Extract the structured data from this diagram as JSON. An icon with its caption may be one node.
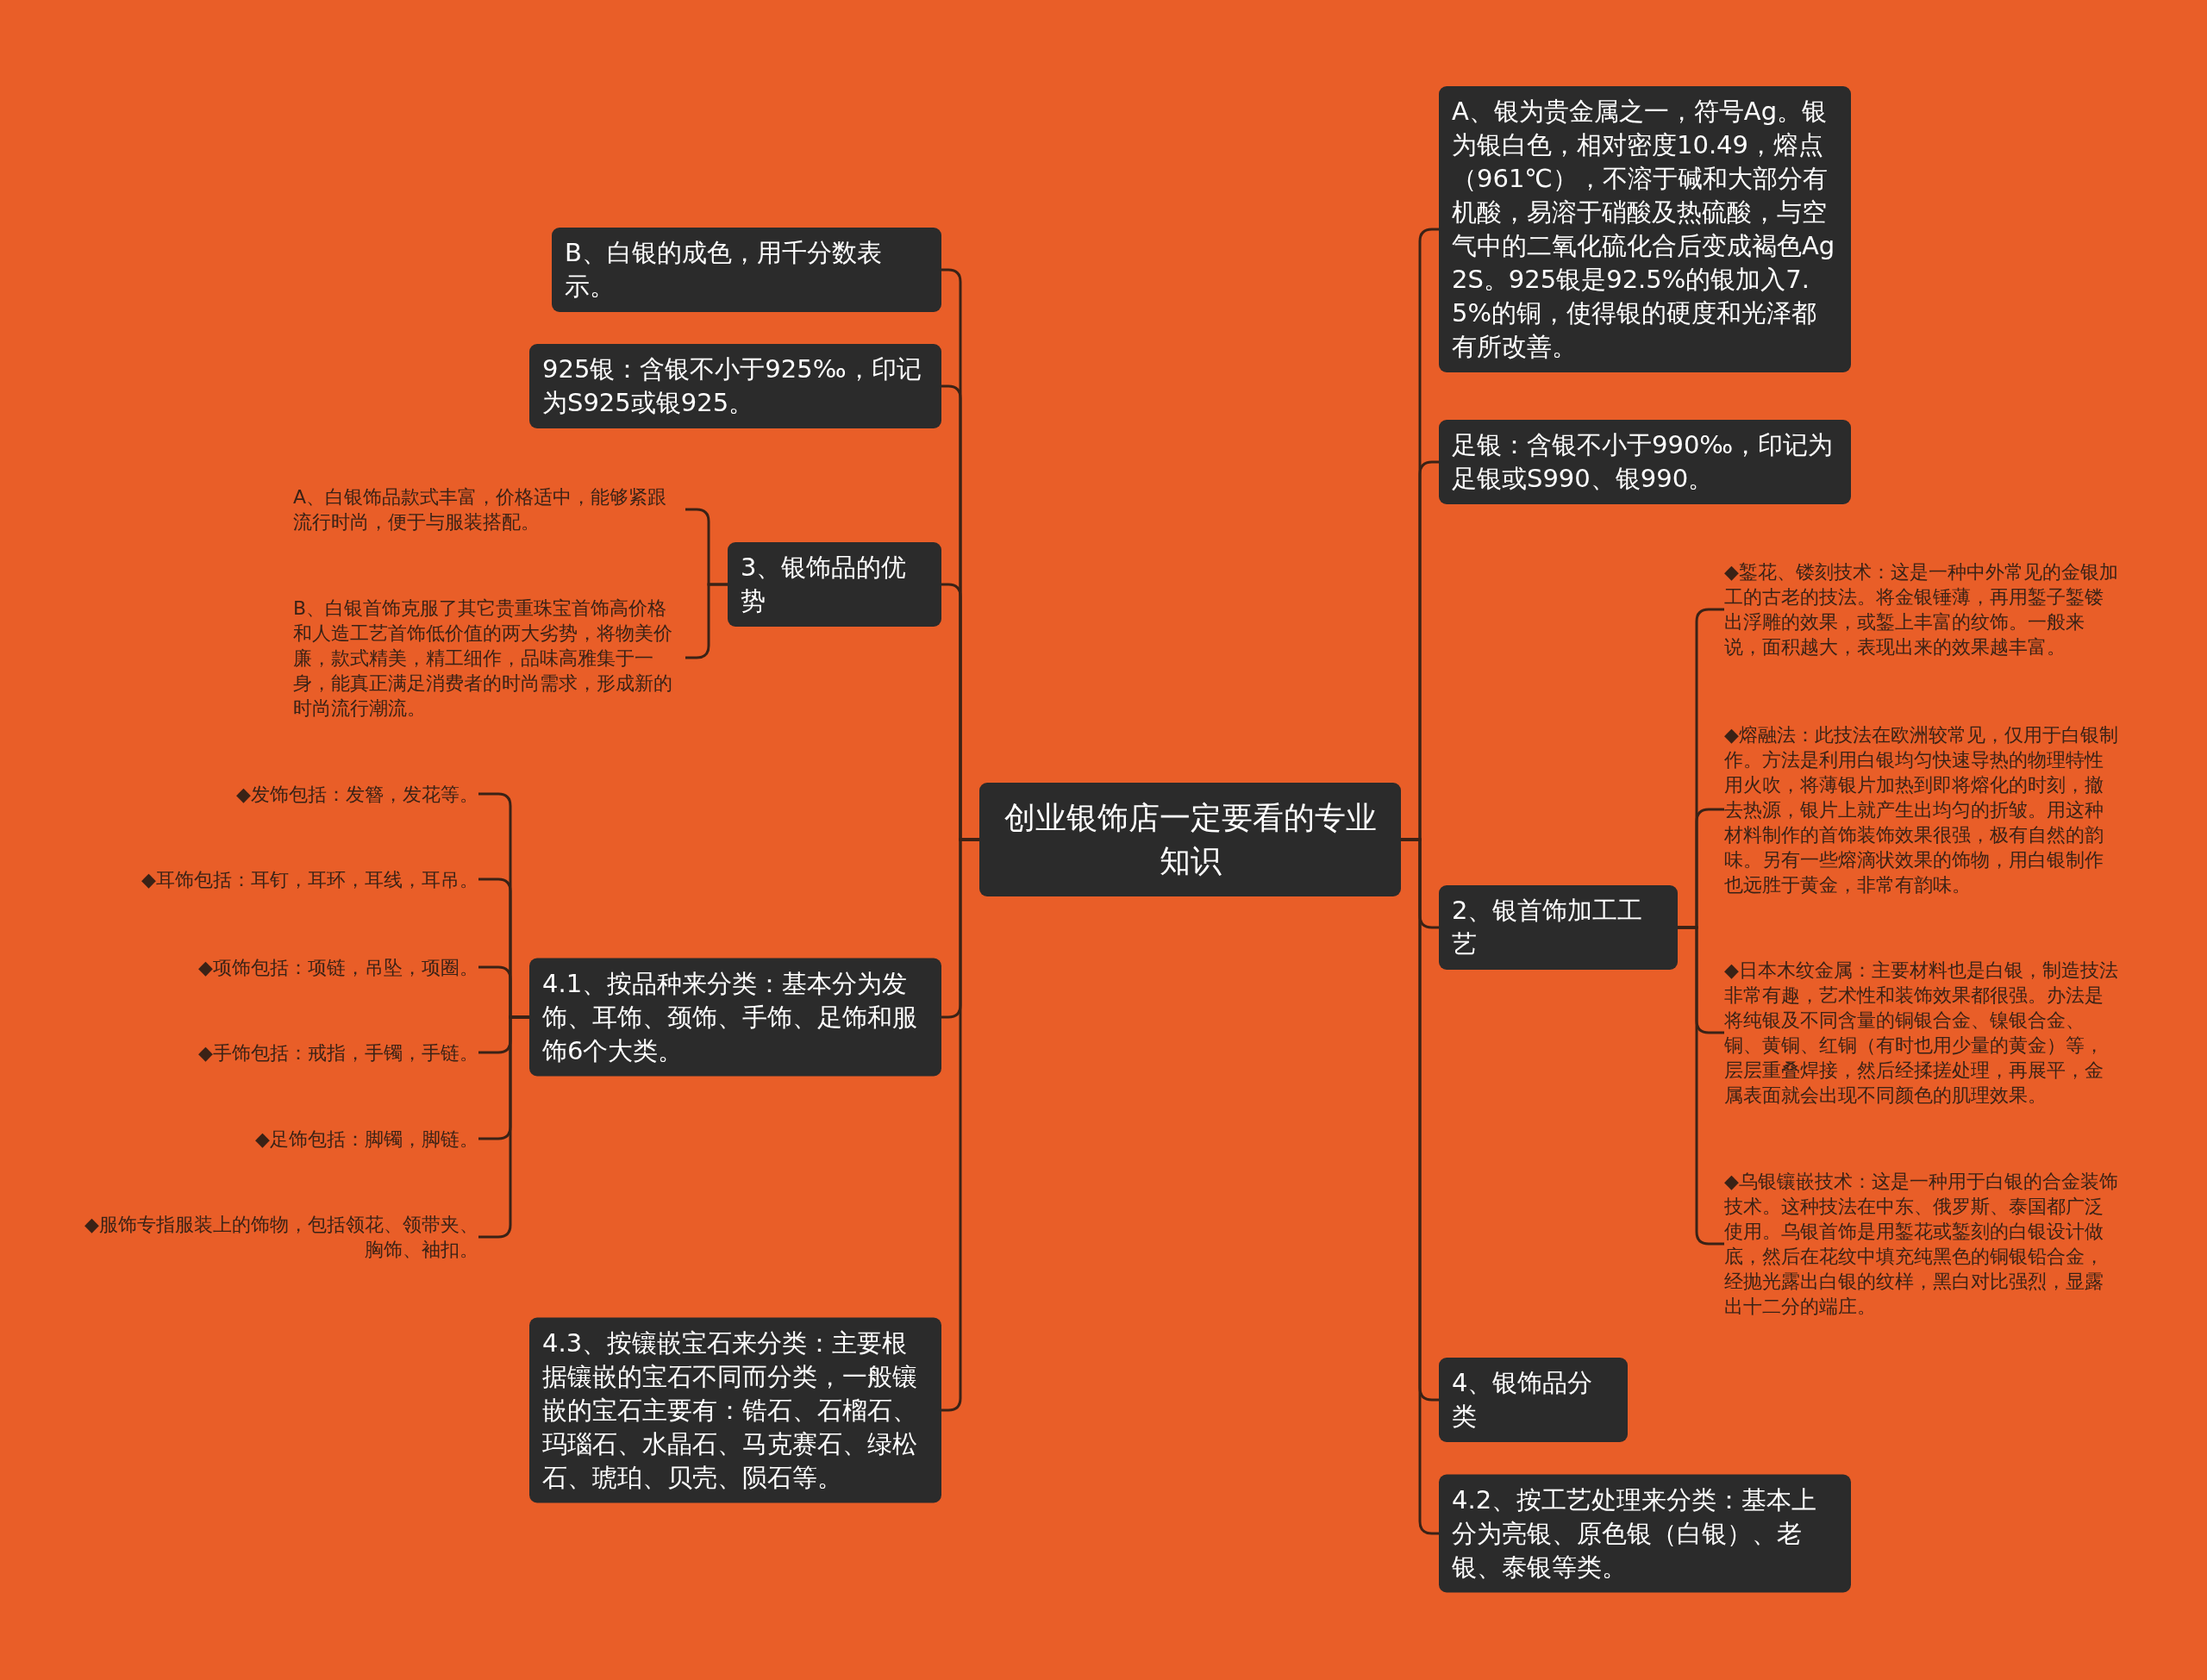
{
  "diagram": {
    "nodes": [
      {
        "text": [
          "创业银饰店一定要看的专业知识"
        ]
      },
      {
        "text": [
          "B、白银的成色，用千分数表示。"
        ]
      },
      {
        "text": [
          "925银：含银不小于925‰，印记为S925或银925。"
        ]
      },
      {
        "text": [
          "3、银饰品的优势"
        ]
      },
      {
        "text": [
          "A、白银饰品款式丰富，价格适中，能够紧跟流行时尚，便于与服装搭配。"
        ]
      },
      {
        "text": [
          "B、白银首饰克服了其它贵重珠宝首饰高价格和人造工艺首饰低价值的两大劣势，将物美价廉，款式精美，精工细作，品味高雅集于一身，能真正满足消费者的时尚需求，形成新的时尚流行潮流。"
        ]
      },
      {
        "text": [
          "4.1、按品种来分类：基本分为发饰、耳饰、颈饰、手饰、足饰和服饰6个大类。"
        ]
      },
      {
        "text": [
          "◆发饰包括：发簪，发花等。"
        ]
      },
      {
        "text": [
          "◆耳饰包括：耳钉，耳环，耳线，耳吊。"
        ]
      },
      {
        "text": [
          "◆项饰包括：项链，吊坠，项圈。"
        ]
      },
      {
        "text": [
          "◆手饰包括：戒指，手镯，手链。"
        ]
      },
      {
        "text": [
          "◆足饰包括：脚镯，脚链。"
        ]
      },
      {
        "text": [
          "◆服饰专指服装上的饰物，包括领花、领带夹、胸饰、袖扣。"
        ]
      },
      {
        "text": [
          "4.3、按镶嵌宝石来分类：主要根据镶嵌的宝石不同而分类，一般镶嵌的宝石主要有：锆石、石榴石、玛瑙石、水晶石、马克赛石、绿松石、琥珀、贝壳、陨石等。"
        ]
      },
      {
        "text": [
          "A、银为贵金属之一，符号Ag。银为银白色，相对密度10.49，熔点（961℃），不溶于碱和大部分有机酸，易溶于硝酸及热硫酸，与空气中的二氧化硫化合后变成褐色Ag2S。925银是92.5%的银加入7.5%的铜，使得银的硬度和光泽都有所改善。"
        ]
      },
      {
        "text": [
          "足银：含银不小于990‰，印记为足银或S990、银990。"
        ]
      },
      {
        "text": [
          "2、银首饰加工工艺"
        ]
      },
      {
        "text": [
          "◆錾花、镂刻技术：这是一种中外常见的金银加工的古老的技法。将金银锤薄，再用錾子錾镂出浮雕的效果，或錾上丰富的纹饰。一般来说，面积越大，表现出来的效果越丰富。"
        ]
      },
      {
        "text": [
          "◆熔融法：此技法在欧洲较常见，仅用于白银制作。方法是利用白银均匀快速导热的物理特性用火吹，将薄银片加热到即将熔化的时刻，撤去热源，银片上就产生出均匀的折皱。用这种材料制作的首饰装饰效果很强，极有自然的韵味。另有一些熔滴状效果的饰物，用白银制作也远胜于黄金，非常有韵味。"
        ]
      },
      {
        "text": [
          "◆日本木纹金属：主要材料也是白银，制造技法非常有趣，艺术性和装饰效果都很强。办法是将纯银及不同含量的铜银合金、镍银合金、铜、黄铜、红铜（有时也用少量的黄金）等，层层重叠焊接，然后经揉搓处理，再展平，金属表面就会出现不同颜色的肌理效果。"
        ]
      },
      {
        "text": [
          "◆乌银镶嵌技术：这是一种用于白银的合金装饰技术。这种技法在中东、俄罗斯、泰国都广泛使用。乌银首饰是用錾花或錾刻的白银设计做底，然后在花纹中填充纯黑色的铜银铅合金，经抛光露出白银的纹样，黑白对比强烈，显露出十二分的端庄。"
        ]
      },
      {
        "text": [
          "4、银饰品分类"
        ]
      },
      {
        "text": [
          "4.2、按工艺处理来分类：基本上分为亮银、原色银（白银）、老银、泰银等类。"
        ]
      }
    ],
    "edges": [
      {
        "from": 0,
        "to": 1,
        "arrow": "none"
      },
      {
        "from": 0,
        "to": 2,
        "arrow": "none"
      },
      {
        "from": 0,
        "to": 3,
        "arrow": "none"
      },
      {
        "from": 3,
        "to": 4,
        "arrow": "none"
      },
      {
        "from": 3,
        "to": 5,
        "arrow": "none"
      },
      {
        "from": 0,
        "to": 6,
        "arrow": "none"
      },
      {
        "from": 6,
        "to": 7,
        "arrow": "none"
      },
      {
        "from": 6,
        "to": 8,
        "arrow": "none"
      },
      {
        "from": 6,
        "to": 9,
        "arrow": "none"
      },
      {
        "from": 6,
        "to": 10,
        "arrow": "none"
      },
      {
        "from": 6,
        "to": 11,
        "arrow": "none"
      },
      {
        "from": 6,
        "to": 12,
        "arrow": "none"
      },
      {
        "from": 0,
        "to": 13,
        "arrow": "none"
      },
      {
        "from": 0,
        "to": 14,
        "arrow": "none"
      },
      {
        "from": 0,
        "to": 15,
        "arrow": "none"
      },
      {
        "from": 0,
        "to": 16,
        "arrow": "none"
      },
      {
        "from": 16,
        "to": 17,
        "arrow": "none"
      },
      {
        "from": 16,
        "to": 18,
        "arrow": "none"
      },
      {
        "from": 16,
        "to": 19,
        "arrow": "none"
      },
      {
        "from": 16,
        "to": 20,
        "arrow": "none"
      },
      {
        "from": 0,
        "to": 21,
        "arrow": "none"
      },
      {
        "from": 0,
        "to": 22,
        "arrow": "none"
      }
    ]
  }
}
